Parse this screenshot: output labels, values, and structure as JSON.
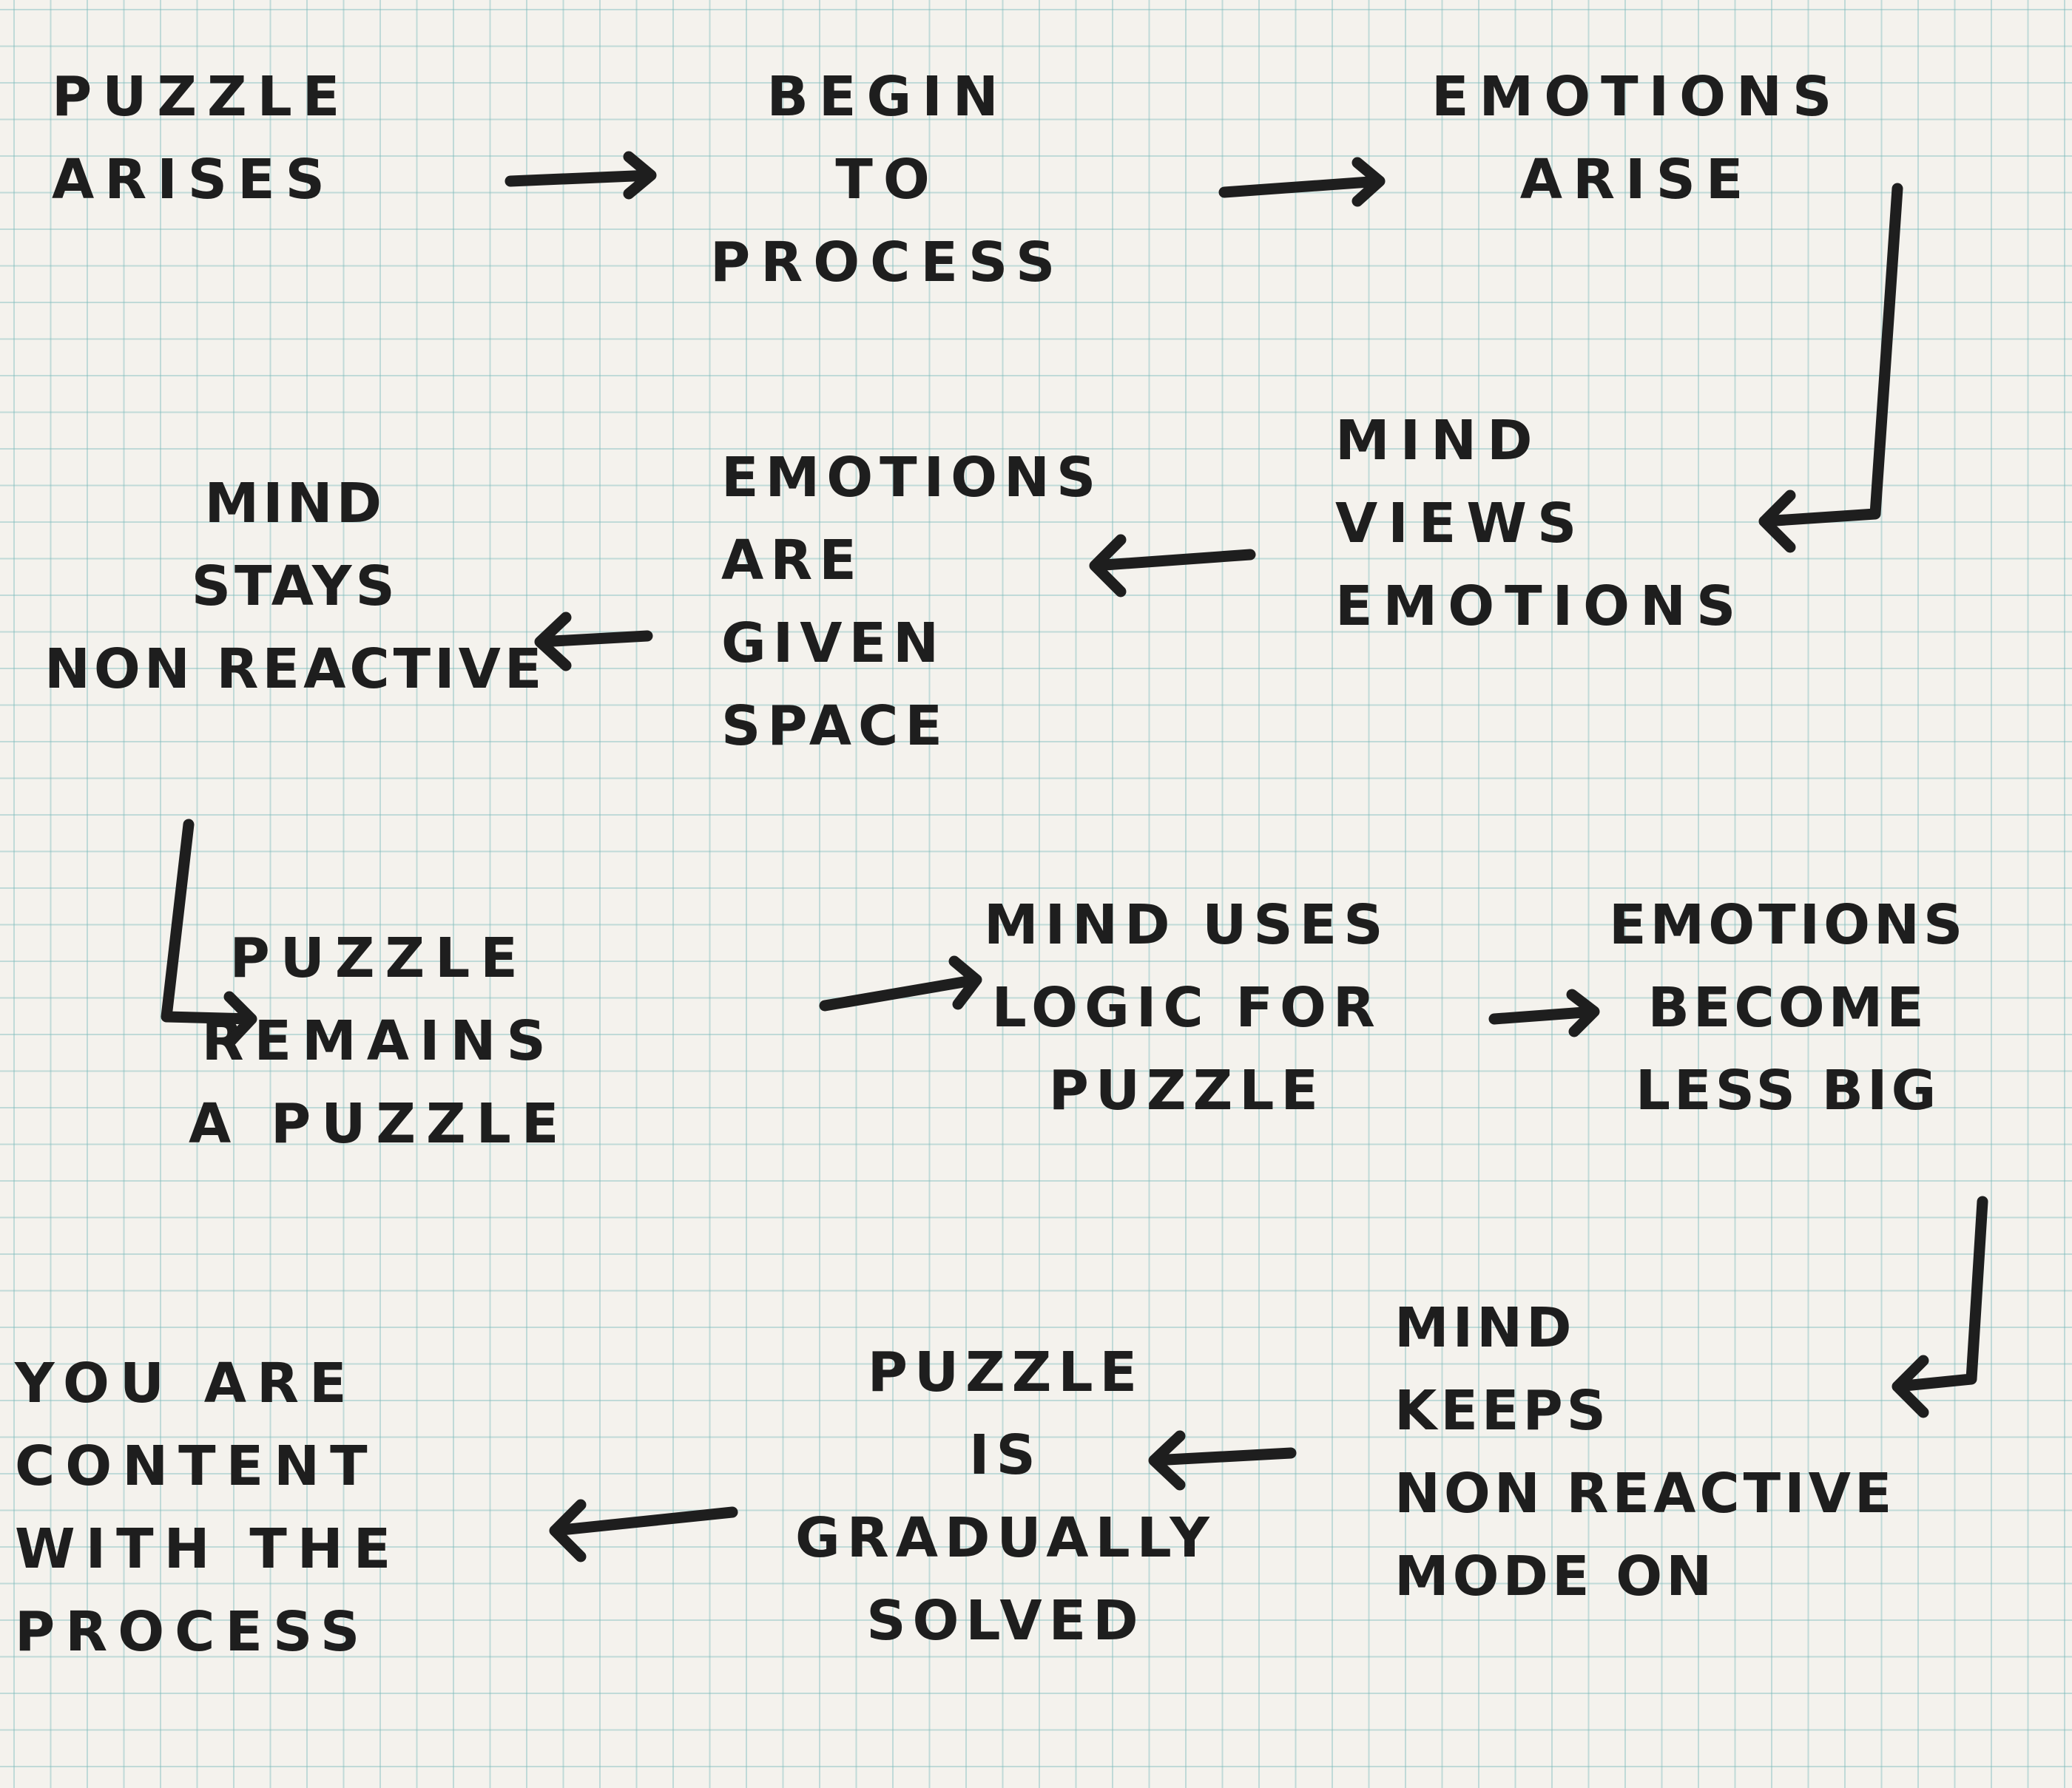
{
  "diagram": {
    "nodes": [
      {
        "id": "puzzle-arises",
        "text": "PUZZLE\nARISES"
      },
      {
        "id": "begin-to-process",
        "text": "BEGIN\nTO\nPROCESS"
      },
      {
        "id": "emotions-arise",
        "text": "EMOTIONS\nARISE"
      },
      {
        "id": "mind-views-emotions",
        "text": "MIND\nVIEWS\nEMOTIONS"
      },
      {
        "id": "emotions-are-given-space",
        "text": "EMOTIONS\nARE\nGIVEN\nSPACE"
      },
      {
        "id": "mind-stays-non-reactive",
        "text": "MIND\nSTAYS\nNON REACTIVE"
      },
      {
        "id": "puzzle-remains-a-puzzle",
        "text": "PUZZLE\nREMAINS\nA PUZZLE"
      },
      {
        "id": "mind-uses-logic",
        "text": "MIND USES\nLOGIC FOR\nPUZZLE"
      },
      {
        "id": "emotions-become-less-big",
        "text": "EMOTIONS\nBECOME\nLESS BIG"
      },
      {
        "id": "mind-keeps-non-reactive",
        "text": "MIND\nKEEPS\nNON REACTIVE\nMODE ON"
      },
      {
        "id": "puzzle-gradually-solved",
        "text": "PUZZLE\nIS\nGRADUALLY\nSOLVED"
      },
      {
        "id": "content-with-process",
        "text": "YOU ARE\nCONTENT\nWITH THE\nPROCESS"
      }
    ],
    "edges": [
      {
        "from": "puzzle-arises",
        "to": "begin-to-process"
      },
      {
        "from": "begin-to-process",
        "to": "emotions-arise"
      },
      {
        "from": "emotions-arise",
        "to": "mind-views-emotions"
      },
      {
        "from": "mind-views-emotions",
        "to": "emotions-are-given-space"
      },
      {
        "from": "emotions-are-given-space",
        "to": "mind-stays-non-reactive"
      },
      {
        "from": "mind-stays-non-reactive",
        "to": "puzzle-remains-a-puzzle"
      },
      {
        "from": "puzzle-remains-a-puzzle",
        "to": "mind-uses-logic"
      },
      {
        "from": "mind-uses-logic",
        "to": "emotions-become-less-big"
      },
      {
        "from": "emotions-become-less-big",
        "to": "mind-keeps-non-reactive"
      },
      {
        "from": "mind-keeps-non-reactive",
        "to": "puzzle-gradually-solved"
      },
      {
        "from": "puzzle-gradually-solved",
        "to": "content-with-process"
      }
    ],
    "colors": {
      "ink": "#1e1e1e",
      "paper": "#f4f2ed",
      "grid": "#78b9b9"
    }
  }
}
